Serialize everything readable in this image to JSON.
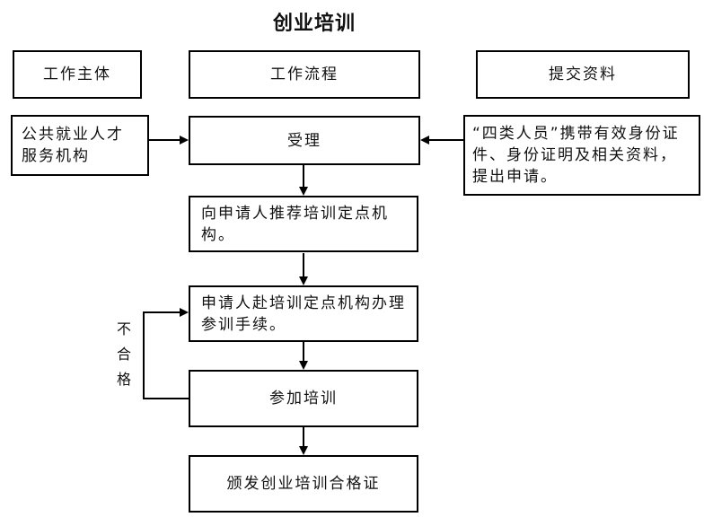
{
  "title": "创业培训",
  "headers": {
    "subject": "工作主体",
    "process": "工作流程",
    "materials": "提交资料"
  },
  "subject_box": "公共就业人才服务机构",
  "materials_box": "“四类人员”携带有效身份证件、身份证明及相关资料，提出申请。",
  "steps": {
    "accept": "受理",
    "recommend": "向申请人推荐培训定点机构。",
    "register": "申请人赴培训定点机构办理参训手续。",
    "train": "参加培训",
    "certificate": "颁发创业培训合格证"
  },
  "fail_label": [
    "不",
    "合",
    "格"
  ]
}
